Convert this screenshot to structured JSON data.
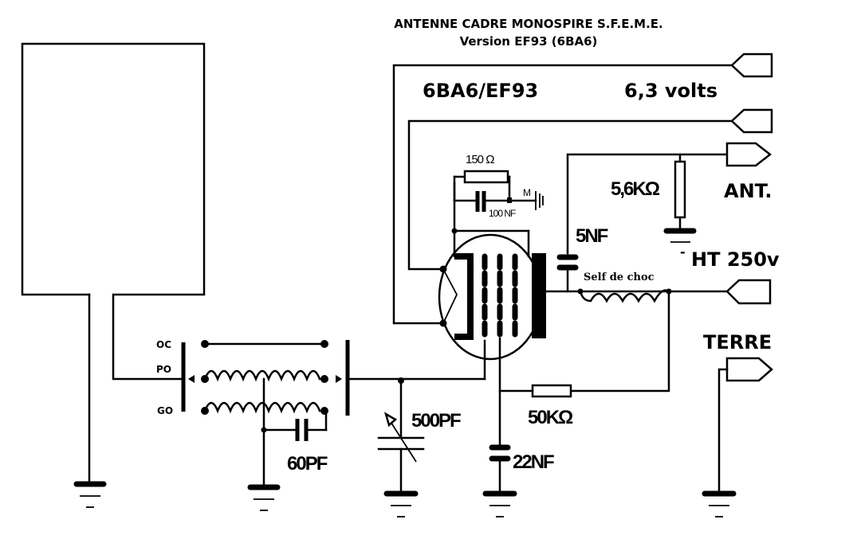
{
  "title": {
    "line1": "ANTENNE CADRE MONOSPIRE S.F.E.M.E.",
    "line2": "Version EF93 (6BA6)"
  },
  "tube": {
    "label": "6BA6/EF93",
    "heater_label": "6,3 volts"
  },
  "connectors": {
    "antenna": "ANT.",
    "ht": "HT 250v",
    "ht_sign": "-",
    "earth": "TERRE"
  },
  "switch": {
    "positions": [
      "OC",
      "PO",
      "GO"
    ]
  },
  "components": {
    "r_cathode": "150 Ω",
    "c_cathode": "100 NF",
    "mass_label": "M",
    "r_antenna": "5,6KΩ",
    "c_coupling": "5NF",
    "choke": "Self de choc",
    "c_tuning": "500PF",
    "c_go": "60PF",
    "c_screen": "22NF",
    "r_screen": "50KΩ"
  }
}
